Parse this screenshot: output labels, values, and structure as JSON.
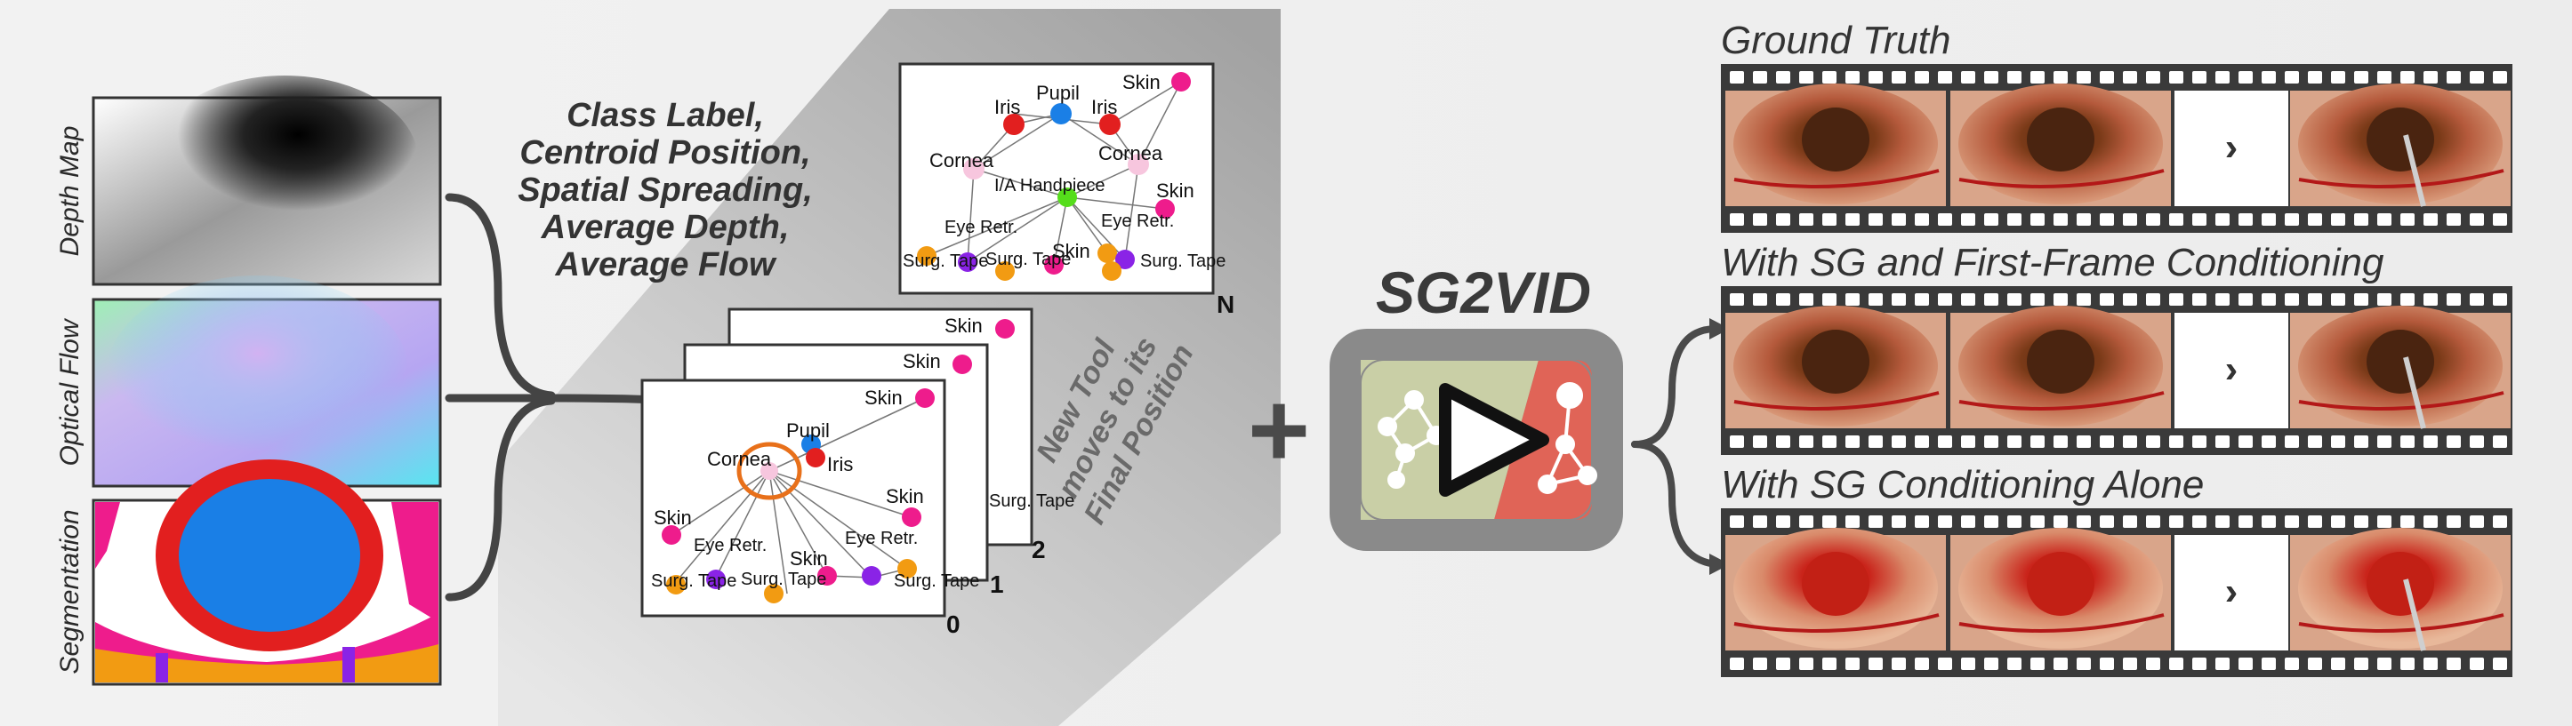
{
  "inputs": {
    "depth_map": "Depth Map",
    "optical_flow": "Optical Flow",
    "segmentation": "Segmentation"
  },
  "features": [
    "Class Label,",
    "Centroid Position,",
    "Spatial Spreading,",
    "Average Depth,",
    "Average Flow"
  ],
  "tool_note": [
    "New Tool",
    "moves to its",
    "Final Position"
  ],
  "graph_top": {
    "index": "N",
    "nodes": [
      "Skin",
      "Pupil",
      "Iris",
      "Iris",
      "Cornea",
      "I/A Handpiece",
      "Cornea",
      "Skin",
      "Eye Retr.",
      "Eye Retr.",
      "Surg. Tape",
      "Surg. Tape",
      "Skin",
      "Surg. Tape"
    ]
  },
  "graph_stack": {
    "indices": [
      "0",
      "1",
      "2"
    ],
    "back_labels": [
      "Skin",
      "Skin",
      "Surg. Tape"
    ],
    "nodes": [
      "Skin",
      "Pupil",
      "Iris",
      "Cornea",
      "Skin",
      "Skin",
      "Eye Retr.",
      "Eye Retr.",
      "Skin",
      "Surg. Tape",
      "Surg. Tape",
      "Surg. Tape"
    ]
  },
  "plus": "+",
  "model_name": "SG2VID",
  "outputs": {
    "ground_truth": "Ground Truth",
    "sg_first_frame": "With SG and First-Frame Conditioning",
    "sg_alone": "With SG Conditioning Alone",
    "ellipsis": "›"
  },
  "colors": {
    "skin": "#ee1c8c",
    "pupil": "#1a7fe6",
    "iris": "#e21f1f",
    "cornea": "#f7c6de",
    "handpiece": "#55dd1b",
    "eye_retractor": "#8a23e6",
    "surgical_tape": "#f29b12",
    "model_green": "#c9cfa6",
    "model_red": "#e06457"
  }
}
